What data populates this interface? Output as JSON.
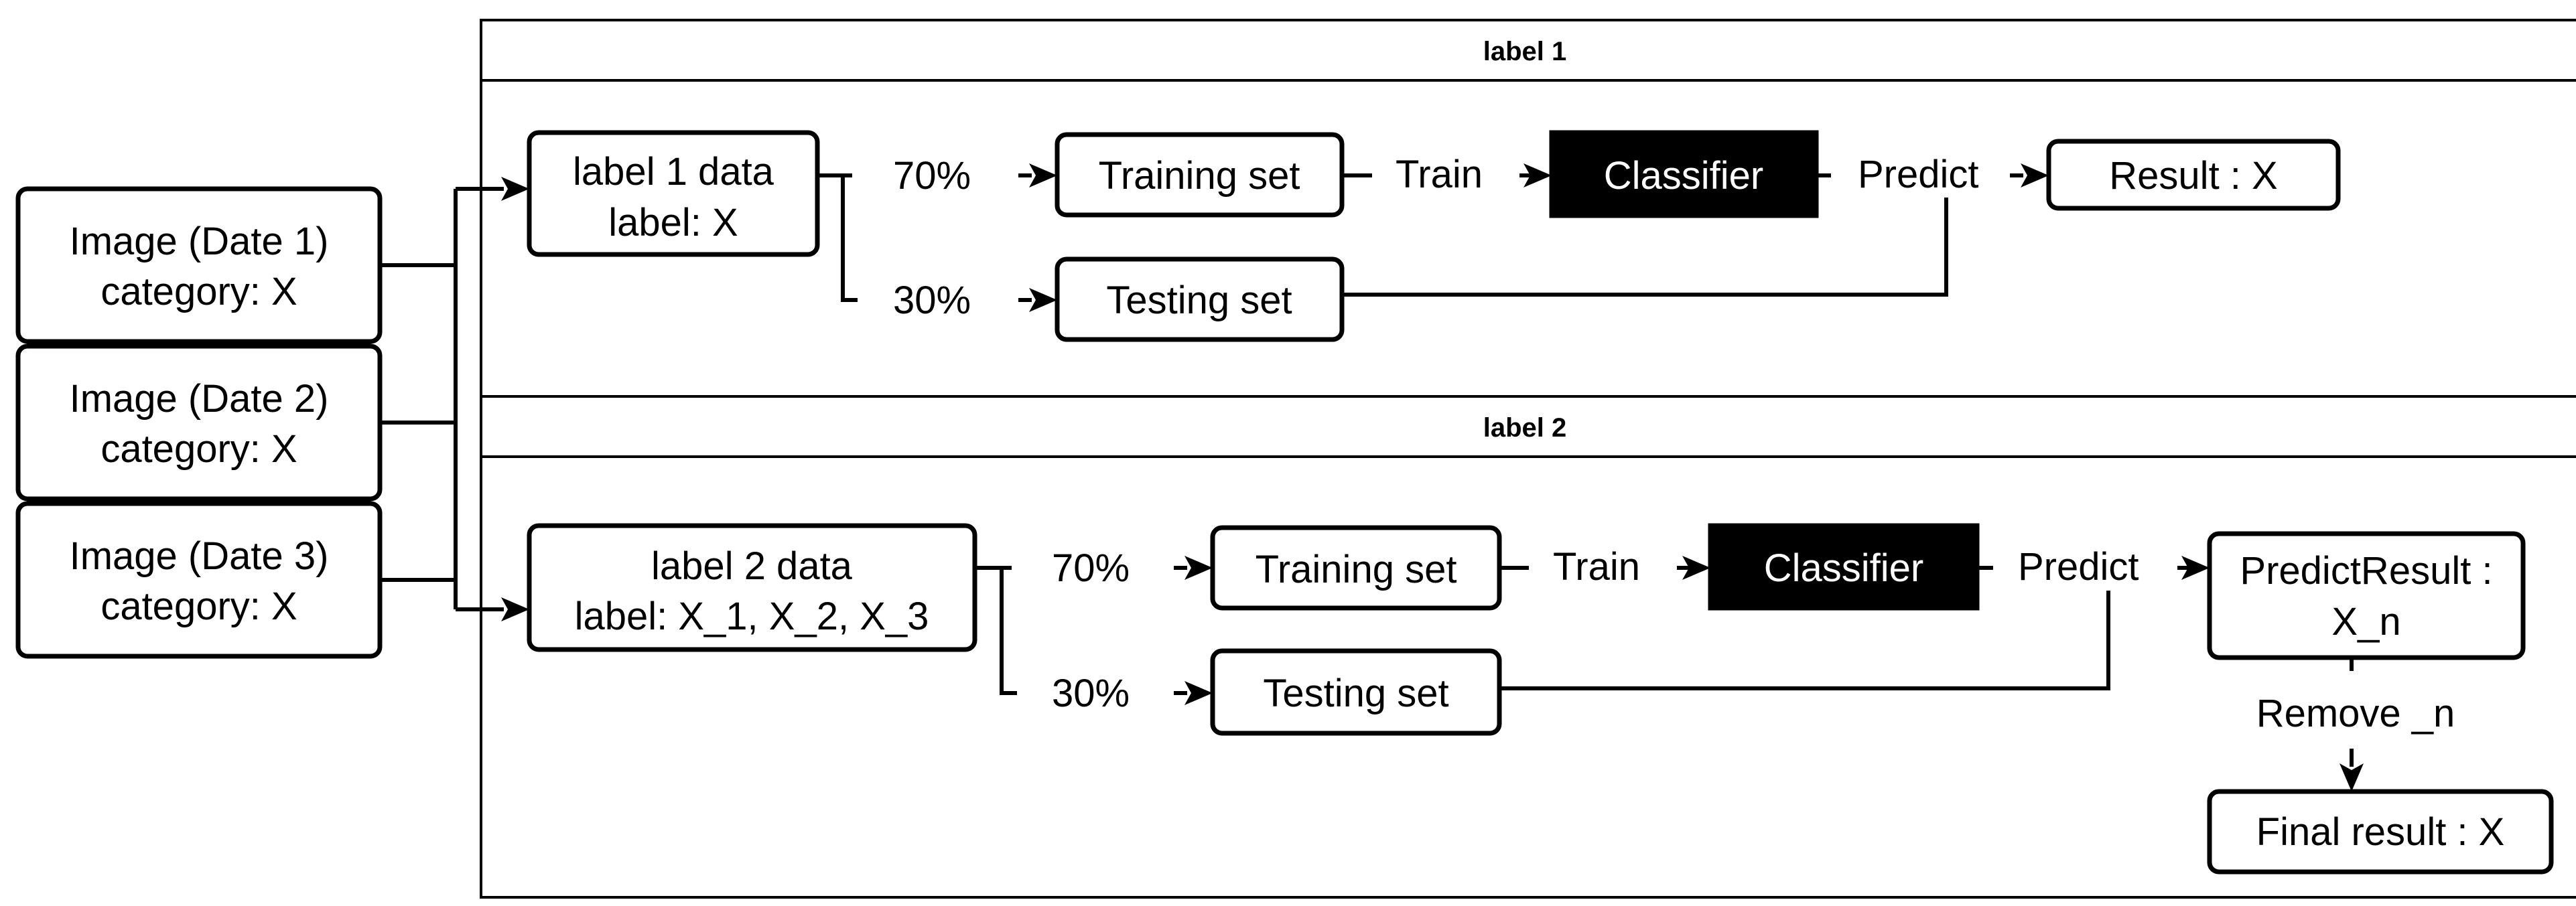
{
  "inputs": [
    {
      "line1": "Image (Date 1)",
      "line2": "category: X"
    },
    {
      "line1": "Image (Date 2)",
      "line2": "category: X"
    },
    {
      "line1": "Image (Date 3)",
      "line2": "category: X"
    }
  ],
  "lane1": {
    "title": "label 1",
    "data_line1": "label 1 data",
    "data_line2": "label: X",
    "split_train": "70%",
    "split_test": "30%",
    "training_set": "Training set",
    "testing_set": "Testing set",
    "train": "Train",
    "classifier": "Classifier",
    "predict": "Predict",
    "result": "Result : X"
  },
  "lane2": {
    "title": "label 2",
    "data_line1": "label 2 data",
    "data_line2": "label: X_1, X_2, X_3",
    "split_train": "70%",
    "split_test": "30%",
    "training_set": "Training set",
    "testing_set": "Testing set",
    "train": "Train",
    "classifier": "Classifier",
    "predict": "Predict",
    "predict_result_line1": "PredictResult :",
    "predict_result_line2": "X_n",
    "remove": "Remove _n",
    "final_result": "Final result : X"
  },
  "colors": {
    "line": "#000000",
    "classifier_fill": "#000000",
    "classifier_text": "#ffffff",
    "background": "#ffffff"
  }
}
